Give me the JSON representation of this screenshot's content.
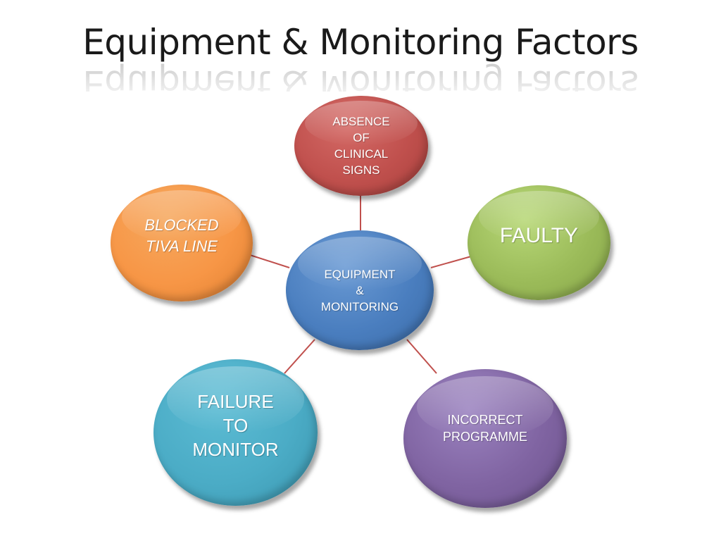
{
  "slide": {
    "title": "Equipment & Monitoring Factors"
  },
  "diagram": {
    "center": {
      "label": "EQUIPMENT\n&\nMONITORING",
      "color": "#4f81bd"
    },
    "nodes": [
      {
        "id": "top",
        "label": "ABSENCE\nOF\nCLINICAL\nSIGNS",
        "color": "#c0504d"
      },
      {
        "id": "right",
        "label": "FAULTY",
        "color": "#9bbb59"
      },
      {
        "id": "bottom_right",
        "label": "INCORRECT\nPROGRAMME",
        "color": "#8064a2"
      },
      {
        "id": "bottom_left",
        "label": "FAILURE\nTO\nMONITOR",
        "color": "#4bacc6"
      },
      {
        "id": "left",
        "label": "BLOCKED\nTIVA LINE",
        "color": "#f79646"
      }
    ],
    "connector_color": "#c0504d"
  }
}
